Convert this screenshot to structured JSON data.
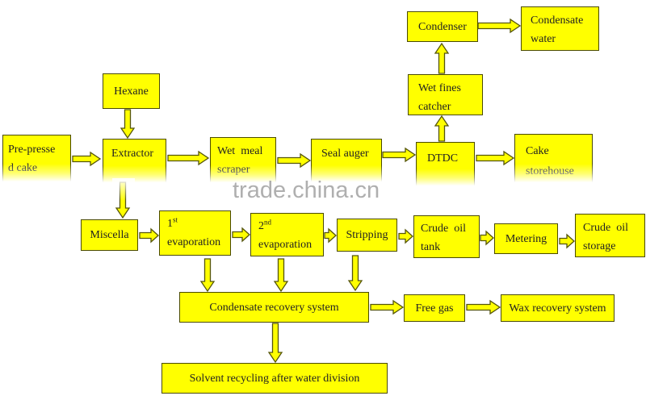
{
  "watermark": "trade.china.cn",
  "colors": {
    "box_fill": "#ffff00",
    "box_border": "#4a4a00",
    "arrow_fill": "#ffff00",
    "text": "#222222",
    "watermark": "#a7a7a7",
    "background": "#ffffff"
  },
  "nodes": {
    "condenser": {
      "label": "Condenser"
    },
    "condensate_water": {
      "lines": [
        "Condensate",
        "water"
      ]
    },
    "wet_fines_catcher": {
      "lines": [
        "Wet fines",
        "catcher"
      ]
    },
    "hexane": {
      "label": "Hexane"
    },
    "pre_pressed_cake": {
      "lines": [
        "Pre-presse",
        "d cake"
      ]
    },
    "extractor": {
      "label": "Extractor"
    },
    "wet_meal_scraper": {
      "lines": [
        "Wet  meal",
        "scraper"
      ]
    },
    "seal_auger": {
      "label": "Seal auger"
    },
    "dtdc": {
      "label": "DTDC"
    },
    "cake_storehouse": {
      "lines": [
        "Cake",
        "storehouse"
      ]
    },
    "miscella": {
      "label": "Miscella"
    },
    "first_evaporation": {
      "num": "1",
      "sup": "st",
      "word": "evaporation"
    },
    "second_evaporation": {
      "num": "2",
      "sup": "nd",
      "word": "evaporation"
    },
    "stripping": {
      "label": "Stripping"
    },
    "crude_oil_tank": {
      "lines": [
        "Crude  oil",
        "tank"
      ]
    },
    "metering": {
      "label": "Metering"
    },
    "crude_oil_storage": {
      "lines": [
        "Crude  oil",
        "storage"
      ]
    },
    "condensate_recovery_system": {
      "label": "Condensate recovery system"
    },
    "free_gas": {
      "label": "Free gas"
    },
    "wax_recovery_system": {
      "label": "Wax recovery system"
    },
    "solvent_recycling": {
      "label": "Solvent recycling after water division"
    }
  },
  "edges": [
    {
      "from": "Pre-pressed cake",
      "to": "Extractor"
    },
    {
      "from": "Hexane",
      "to": "Extractor"
    },
    {
      "from": "Extractor",
      "to": "Wet meal scraper"
    },
    {
      "from": "Wet meal scraper",
      "to": "Seal auger"
    },
    {
      "from": "Seal auger",
      "to": "DTDC"
    },
    {
      "from": "DTDC",
      "to": "Wet fines catcher"
    },
    {
      "from": "Wet fines catcher",
      "to": "Condenser"
    },
    {
      "from": "Condenser",
      "to": "Condensate water"
    },
    {
      "from": "DTDC",
      "to": "Cake storehouse"
    },
    {
      "from": "Extractor",
      "to": "Miscella"
    },
    {
      "from": "Miscella",
      "to": "1st evaporation"
    },
    {
      "from": "1st evaporation",
      "to": "2nd evaporation"
    },
    {
      "from": "2nd evaporation",
      "to": "Stripping"
    },
    {
      "from": "Stripping",
      "to": "Crude oil tank"
    },
    {
      "from": "Crude oil tank",
      "to": "Metering"
    },
    {
      "from": "Metering",
      "to": "Crude oil storage"
    },
    {
      "from": "1st evaporation",
      "to": "Condensate recovery system"
    },
    {
      "from": "2nd evaporation",
      "to": "Condensate recovery system"
    },
    {
      "from": "Stripping",
      "to": "Condensate recovery system"
    },
    {
      "from": "Condensate recovery system",
      "to": "Free gas"
    },
    {
      "from": "Free gas",
      "to": "Wax recovery system"
    },
    {
      "from": "Condensate recovery system",
      "to": "Solvent recycling after water division"
    }
  ]
}
